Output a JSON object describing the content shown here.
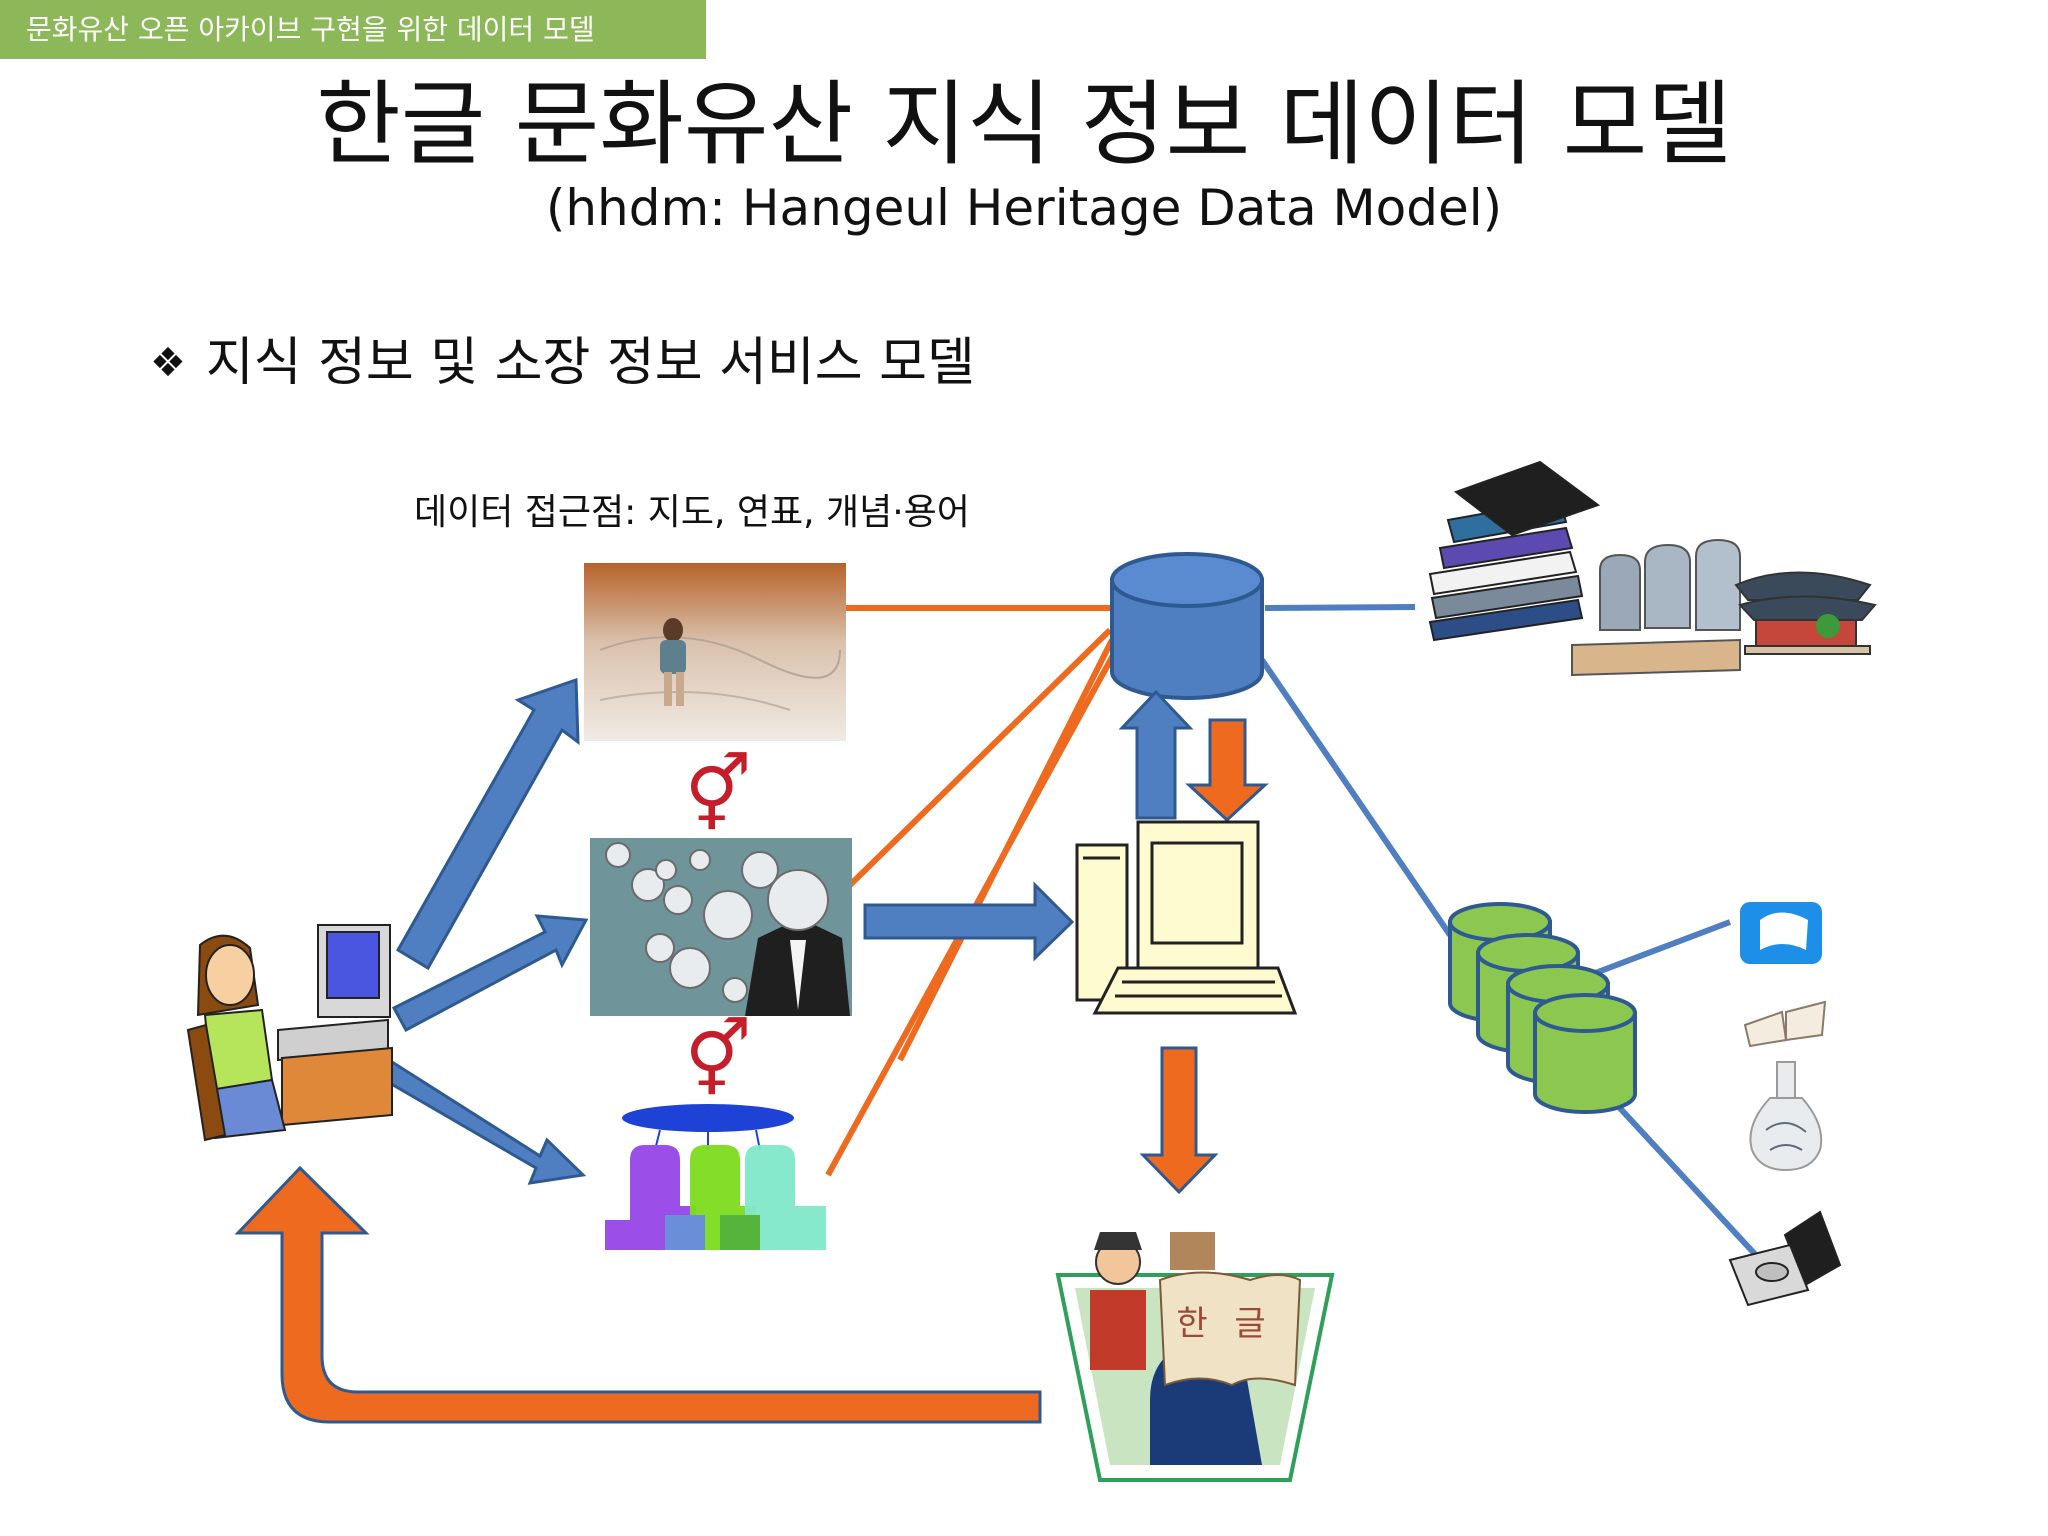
{
  "slide": {
    "tag": "문화유산 오픈 아카이브 구현을 위한 데이터 모델",
    "title": "한글 문화유산 지식 정보 데이터 모델",
    "subtitle": "(hhdm: Hangeul Heritage Data Model)",
    "bullet_symbol": "❖",
    "bullet_text": "지식 정보 및 소장 정보 서비스 모델",
    "access_label": "데이터 접근점: 지도, 연표, 개념·용어"
  },
  "icons": {
    "gender_symbol": "⚥",
    "hangeul_book_chars": [
      "한",
      "글"
    ]
  },
  "colors": {
    "tag_bg": "#8db85a",
    "blue": "#4f7fc0",
    "orange": "#ee6a1e",
    "green_db": "#8cc850"
  }
}
